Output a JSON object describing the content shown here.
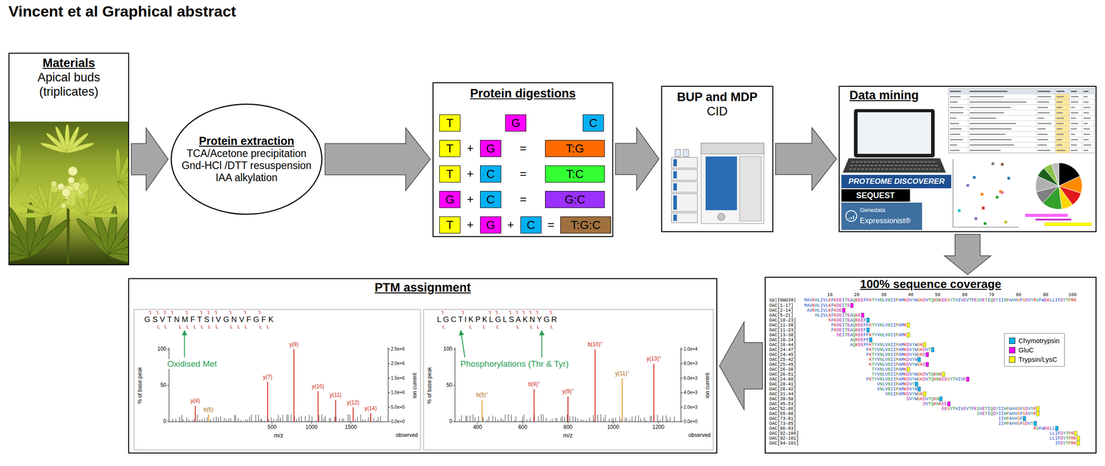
{
  "diagram": {
    "title": "Vincent et al Graphical abstract",
    "nodes": [
      {
        "text": [
          "Materials",
          "Apical buds (triplicates)"
        ]
      },
      {
        "text": [
          "Protein extraction",
          "TCA/Acetone precipitation",
          "Gnd-HCl /DTT resuspension",
          "IAA alkylation"
        ]
      },
      {
        "text": [
          "Protein digestions"
        ]
      },
      {
        "text": [
          "T"
        ],
        "in": 2
      },
      {
        "text": [
          "G"
        ],
        "in": 2
      },
      {
        "text": [
          "C"
        ],
        "in": 2
      },
      {
        "text": [
          "T"
        ],
        "in": 2
      },
      {
        "text": [
          "G"
        ],
        "in": 2
      },
      {
        "text": [
          "T:G"
        ],
        "in": 2
      },
      {
        "text": [
          "T"
        ],
        "in": 2
      },
      {
        "text": [
          "C"
        ],
        "in": 2
      },
      {
        "text": [
          "T:C"
        ],
        "in": 2
      },
      {
        "text": [
          "G"
        ],
        "in": 2
      },
      {
        "text": [
          "C"
        ],
        "in": 2
      },
      {
        "text": [
          "G:C"
        ],
        "in": 2
      },
      {
        "text": [
          "T"
        ],
        "in": 2
      },
      {
        "text": [
          "G"
        ],
        "in": 2
      },
      {
        "text": [
          "C"
        ],
        "in": 2
      },
      {
        "text": [
          "T:G:C"
        ],
        "in": 2
      },
      {
        "text": [
          "BUP and MDP",
          "CID"
        ]
      },
      {
        "text": [
          "Data mining"
        ]
      },
      {
        "text": [
          "100% sequence coverage"
        ]
      },
      {
        "text": [
          "PTM assignment"
        ]
      }
    ],
    "edges": [
      {
        "from": 0,
        "to": 1,
        "arrow": "to"
      },
      {
        "from": 1,
        "to": 2,
        "arrow": "to"
      },
      {
        "from": 2,
        "to": 19,
        "arrow": "to"
      },
      {
        "from": 19,
        "to": 20,
        "arrow": "to"
      },
      {
        "from": 20,
        "to": 21,
        "arrow": "to"
      },
      {
        "from": 21,
        "to": 22,
        "arrow": "to"
      }
    ],
    "labels": [
      "+",
      "=",
      "+",
      "=",
      "+",
      "=",
      "+",
      "+",
      "=",
      "PROTEOME DISCOVERER",
      "SEQUEST",
      "Genedata",
      "Expressionist®",
      "10",
      "20",
      "30",
      "40",
      "50",
      "60",
      "70",
      "80",
      "90",
      "100",
      "sp|I6WU39|",
      "MAVKHLIVLKFKDEITEAQKEEFFKTYVNLVNIIPAMKDVYWGKDVTQKNKEEGYTHIVEVTFESVETIQDYIIHPAHVGFGDVYRSFWEKLLIFDYTPRK",
      "OAC[1-17]",
      "MAVKHLIVLKFKDEITE",
      "OAC[2-14]",
      "AVKHLIVLKFKDE",
      "OAC[5-21]",
      "HLIVLKFKDEITEAQKE",
      "OAC[10-23]",
      "KFKDEITEAQKEEF",
      "OAC[11-38]",
      "FKDEITEAQKEEFFKTYVNLVNIIPAMK",
      "OAC[11-23]",
      "FKDEITEAQKEEF",
      "OAC[13-38]",
      "DEITEAQKEEFFKTYVNLVNIIPAMK",
      "OAC[18-24]",
      "AQKEEFF",
      "OAC[18-44]",
      "AQKEEFFKTYVNLVNIIPAMKDVYWGK",
      "OAC[24-47]",
      "FKTYVNLVNIIPAMKDVYWGKDVT",
      "OAC[24-45]",
      "FKTYVNLVNIIPAMKDVYWGKD",
      "OAC[25-42]",
      "KTYVNLVNIIPAMKDVYW",
      "OAC[25-45]",
      "KTYVNLVNIIPAMKDVYWGKD",
      "OAC[26-38]",
      "TYVNLVNIIPAMK",
      "OAC[26-51]",
      "TYVNLVNIIPAMKDVYWGKDVTQKNK",
      "OAC[24-60]",
      "FKTYVNLVNIIPAMKDVYWGKDVTQKNKEEGYTHIVE",
      "OAC[28-41]",
      "VNLVNIIPAMKDVY",
      "OAC[28-42]",
      "VNLVNIIPAMKDVYW",
      "OAC[31-44]",
      "VNIIPAMKDVYWGK",
      "OAC[39-50]",
      "DVYWGKDVTQKN",
      "OAC[45-53]",
      "DVTQKNKEE",
      "OAC[52-86]",
      "EEGYTHIVEVTFESVETIQDYIIHPAHVGFGDVYR",
      "OAC[65-86]",
      "SVETIQDYIIHPAHVGFGDVYR",
      "OAC[73-81]",
      "IIHPAHVGF",
      "OAC[73-85]",
      "IIHPAHVGFGDVY",
      "OAC[86-93]",
      "RSFWEKLL",
      "OAC[92-100]",
      "LLIFDYTPR",
      "OAC[92-101]",
      "LLIFDYTPRK",
      "OAC[94-101]",
      "IFDYTPRK",
      "GSVTNMFTSIVGNVFGFK",
      "Oxidised Met",
      "% of base peak",
      "0",
      "50",
      "100",
      "500",
      "1000",
      "1500",
      "m/z",
      "ion current",
      "0.0e+0",
      "5.0e+5",
      "1.0e+6",
      "1.5e+6",
      "2.0e+6",
      "2.5e+6",
      "observed",
      "y(4)",
      "b(5)",
      "y(7)",
      "y(8)",
      "y(10)",
      "y(11)",
      "y(12)",
      "y(14)",
      "LGCTIKPKLGLSAKNYGR",
      "Phosphorylations (Thr & Tyr)",
      "% of base peak",
      "0",
      "50",
      "100",
      "400",
      "600",
      "800",
      "1000",
      "1200",
      "m/z",
      "ion current",
      "0.0e+0",
      "2.0e+3",
      "4.0e+3",
      "6.0e+3",
      "8.0e+3",
      "1.0e+4",
      "observed",
      "b(5)''",
      "b(9)''",
      "y(9)''",
      "b(10)''",
      "y(11)''",
      "y(13)''"
    ],
    "legend": [
      {
        "text": "Chymotrypsin",
        "color": "#00b0f0"
      },
      {
        "text": "GluC",
        "color": "#ff00ff"
      },
      {
        "text": "Trypsin/LysC",
        "color": "#ffff00"
      }
    ]
  }
}
